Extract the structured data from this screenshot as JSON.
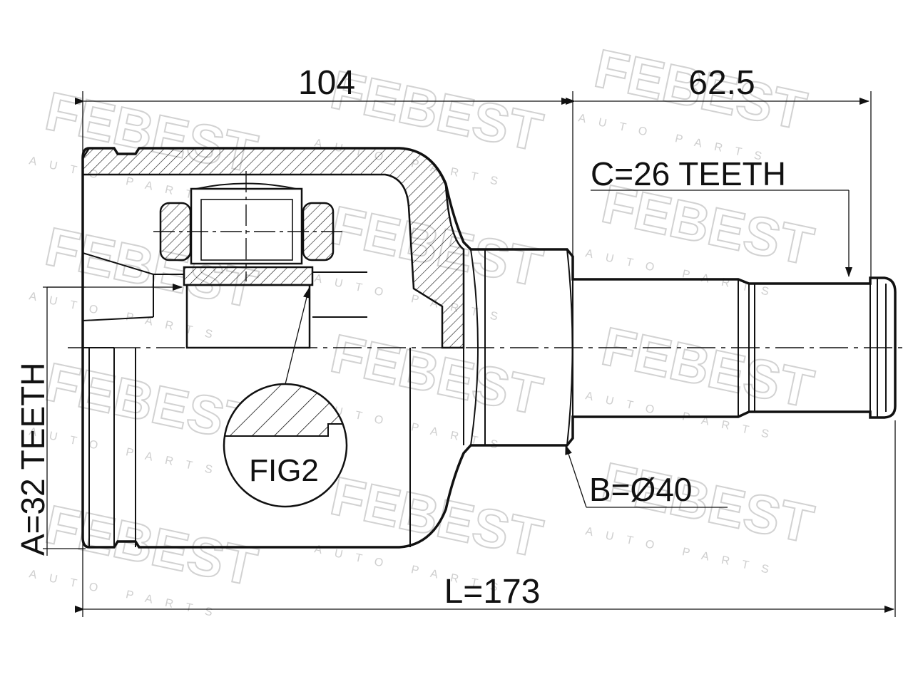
{
  "watermark": {
    "brand": "FEBEST",
    "sub": "AUTO PARTS"
  },
  "dimensions": {
    "housing_length": "104",
    "shaft_length": "62.5",
    "outer_teeth": "C=26 TEETH",
    "inner_teeth": "A=32 TEETH",
    "shaft_diameter": "B=Ø40",
    "total_length": "L=173"
  },
  "figure_label": "FIG2"
}
